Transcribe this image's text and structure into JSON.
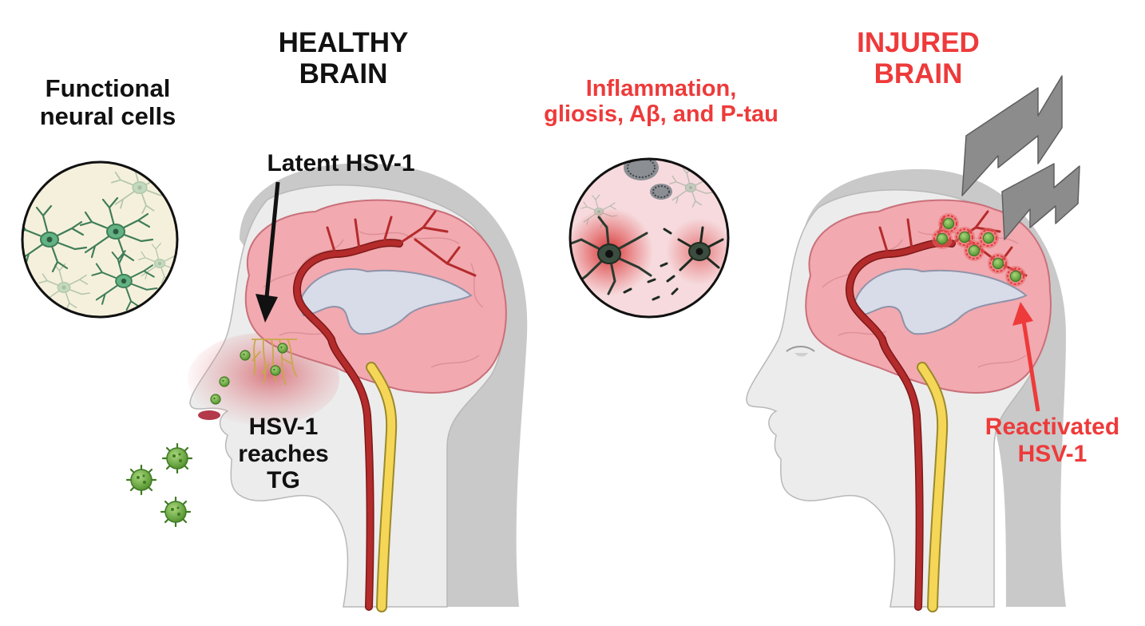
{
  "labels": {
    "functional_line1": "Functional",
    "functional_line2": "neural cells",
    "healthy_line1": "HEALTHY",
    "healthy_line2": "BRAIN",
    "latent": "Latent HSV-1",
    "reaches_line1": "HSV-1",
    "reaches_line2": "reaches",
    "reaches_line3": "TG",
    "inflammation_line1": "Inflammation,",
    "inflammation_line2": "gliosis, Aβ, and P-tau",
    "injured_line1": "INJURED",
    "injured_line2": "BRAIN",
    "reactivated_line1": "Reactivated",
    "reactivated_line2": "HSV-1"
  },
  "colors": {
    "text_black": "#111111",
    "text_red": "#ee3a3a",
    "head": "#ededed",
    "hair": "#c9c9c9",
    "brain": "#f2a9b0",
    "brain_outline": "#c9707a",
    "artery": "#b42b2b",
    "spinal_cord": "#f5d657",
    "ventricle": "#d8dbe8",
    "virus": "#7bb84a",
    "neuron_green": "#4c9a68",
    "lightning": "#8c8c8c"
  },
  "icons": [
    "neuron-icon",
    "virus-icon",
    "lightning-icon",
    "plaque-icon",
    "arrow-icon"
  ]
}
